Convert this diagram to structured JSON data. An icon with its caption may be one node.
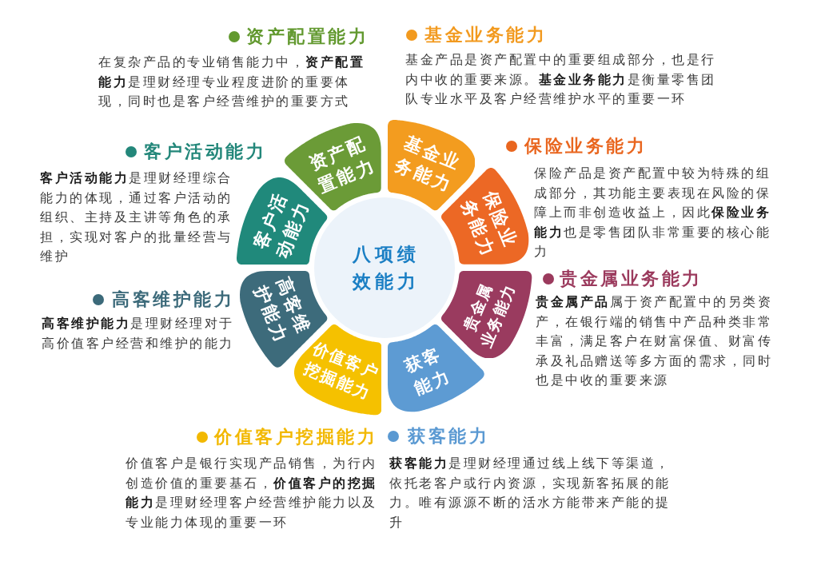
{
  "diagram": {
    "nodes": [
      {
        "text": [
          "八项绩效能力"
        ]
      },
      {
        "text": [
          "资产配置能力"
        ],
        "beside": [
          "资产配置能力",
          "在复杂产品的专业销售能力中，**资产配置能力**是理财经理专业程度进阶的重要体现，同时也是客户经营维护的重要方式"
        ]
      },
      {
        "text": [
          "基金业务能力"
        ],
        "beside": [
          "基金业务能力",
          "基金产品是资产配置中的重要组成部分，也是行内中收的重要来源。**基金业务能力**是衡量零售团队专业水平及客户经营维护水平的重要一环"
        ]
      },
      {
        "text": [
          "保险业务能力"
        ],
        "beside": [
          "保险业务能力",
          "保险产品是资产配置中较为特殊的组成部分，其功能主要表现在风险的保障上而非创造收益上，因此**保险业务能力**也是零售团队非常重要的核心能力"
        ]
      },
      {
        "text": [
          "贵金属业务能力"
        ],
        "beside": [
          "贵金属业务能力",
          "**贵金属产品**属于资产配置中的另类资产，在银行端的销售中产品种类非常丰富，满足客户在财富保值、财富传承及礼品赠送等多方面的需求，同时也是中收的重要来源"
        ]
      },
      {
        "text": [
          "获客能力"
        ],
        "beside": [
          "获客能力",
          "**获客能力**是理财经理通过线上线下等渠道，依托老客户或行内资源，实现新客拓展的能力。唯有源源不断的活水方能带来产能的提升"
        ]
      },
      {
        "text": [
          "价值客户挖掘能力"
        ],
        "beside": [
          "价值客户挖掘能力",
          "价值客户是银行实现产品销售，为行内创造价值的重要基石，**价值客户的挖掘能力**是理财经理客户经营维护能力以及专业能力体现的重要一环"
        ]
      },
      {
        "text": [
          "高客维护能力"
        ],
        "beside": [
          "高客维护能力",
          "**高客维护能力**是理财经理对于高价值客户经营和维护的能力"
        ]
      },
      {
        "text": [
          "客户活动能力"
        ],
        "beside": [
          "客户活动能力",
          "**客户活动能力**是理财经理综合能力的体现，通过客户活动的组织、主持及主讲等角色的承担，实现对客户的批量经营与维护"
        ]
      }
    ]
  }
}
